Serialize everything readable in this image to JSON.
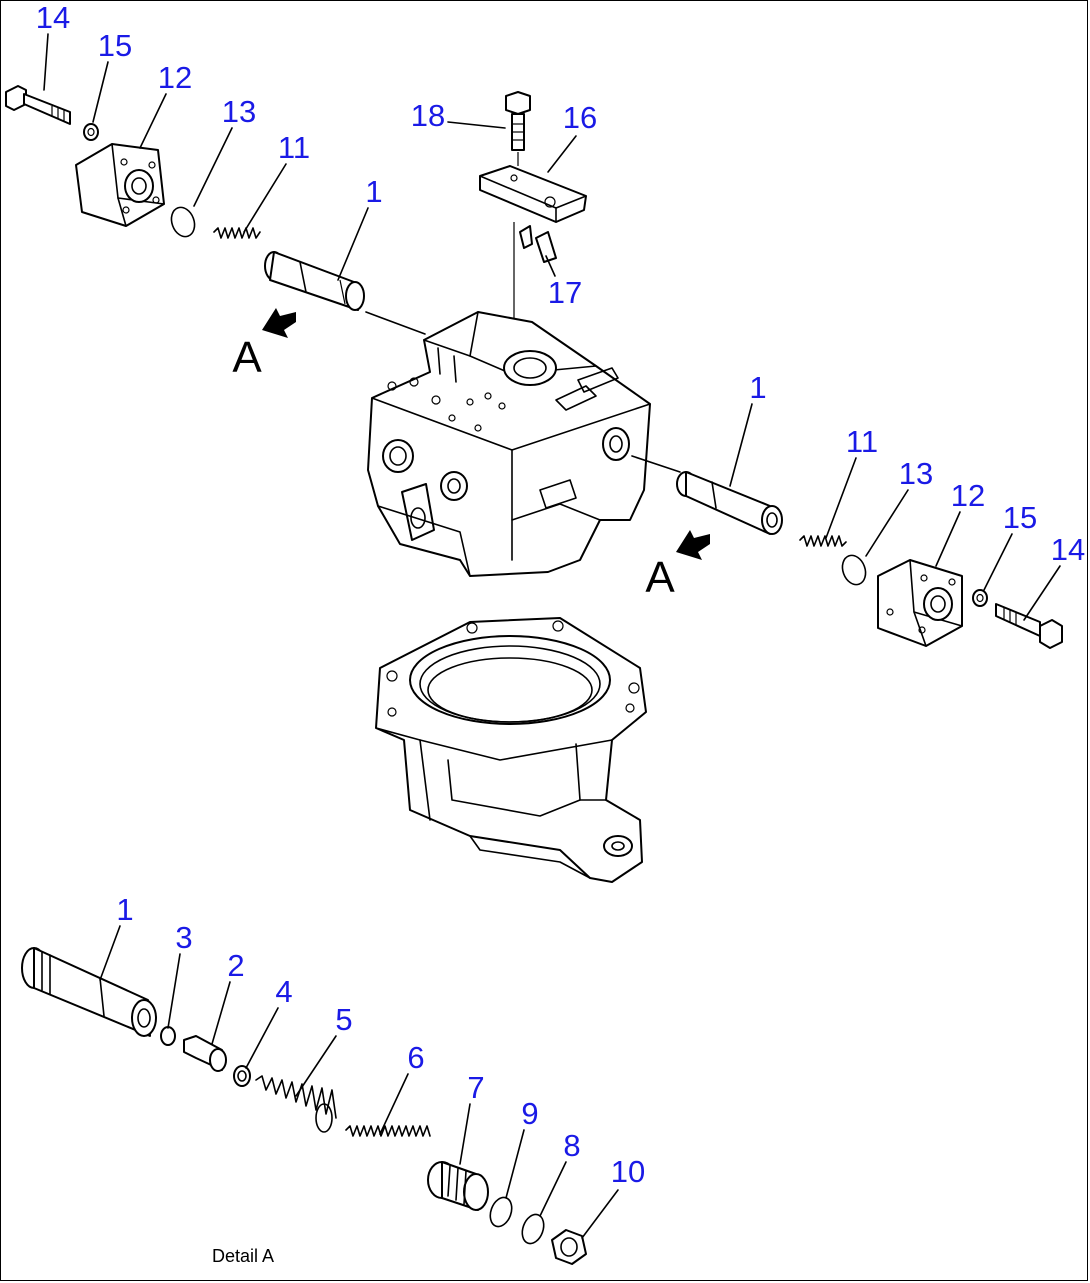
{
  "callouts": {
    "c1_top": "1",
    "c11_top": "11",
    "c12_top": "12",
    "c13_top": "13",
    "c14_top": "14",
    "c15_top": "15",
    "c16": "16",
    "c17": "17",
    "c18": "18",
    "c1_right": "1",
    "c11_right": "11",
    "c12_right": "12",
    "c13_right": "13",
    "c14_right": "14",
    "c15_right": "15",
    "d1": "1",
    "d2": "2",
    "d3": "3",
    "d4": "4",
    "d5": "5",
    "d6": "6",
    "d7": "7",
    "d8": "8",
    "d9": "9",
    "d10": "10"
  },
  "view_markers": {
    "left": "A",
    "right": "A"
  },
  "caption": "Detail A",
  "colors": {
    "callout": "#1a1ae6",
    "line": "#000000",
    "background": "#ffffff"
  }
}
